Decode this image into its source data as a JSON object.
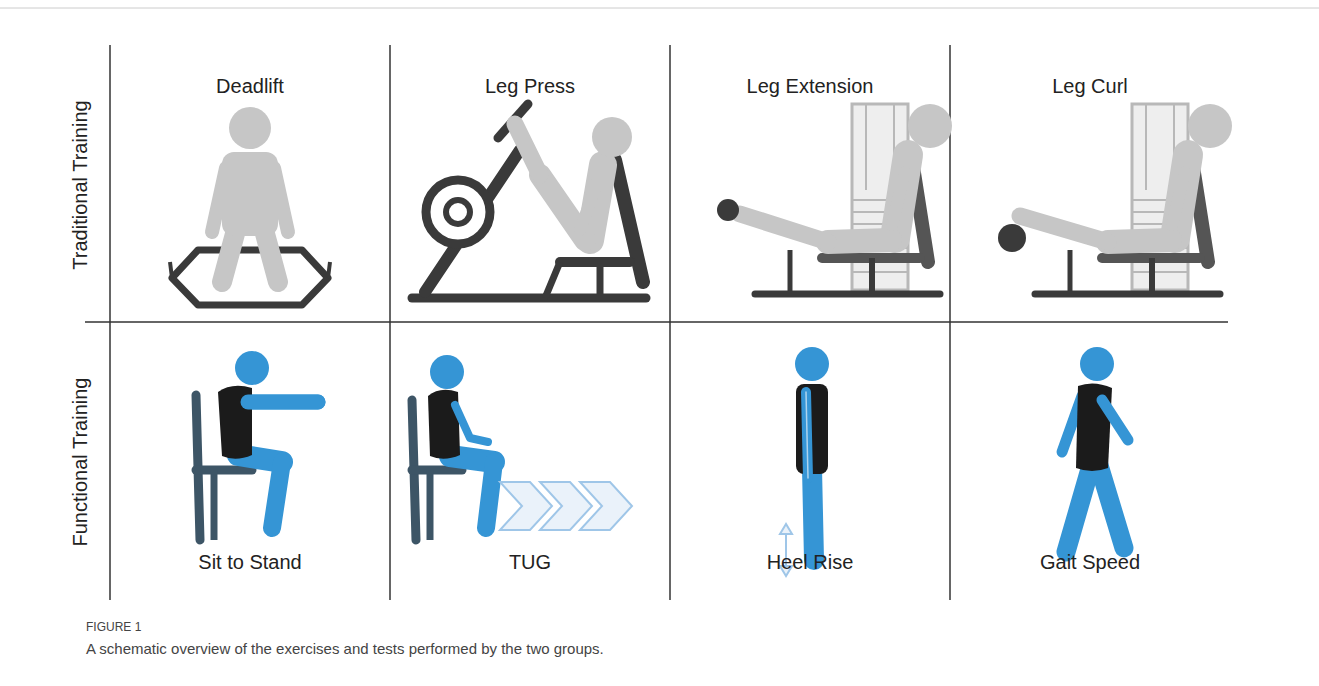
{
  "diagram": {
    "caption": "A schematic overview of the exercises and tests performed by the two groups.",
    "labels": [
      "Traditional Training",
      "Deadlift",
      "Leg Press",
      "Leg Extension",
      "Leg Curl",
      "Functional Training",
      "Sit to Stand",
      "TUG",
      "Heel Rise",
      "Gait Speed",
      "FIGURE 1"
    ]
  }
}
